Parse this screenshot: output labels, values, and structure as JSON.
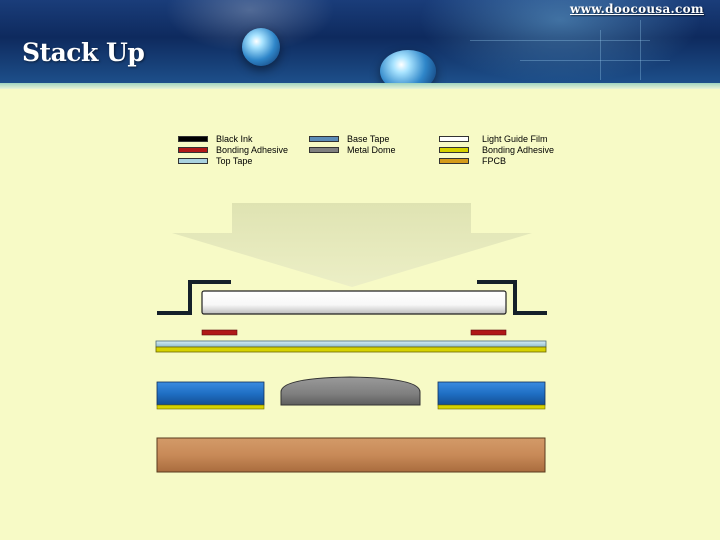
{
  "header": {
    "title": "Stack Up",
    "url": "www.doocousa.com"
  },
  "legend": [
    {
      "label": "Black Ink",
      "color": "#000000"
    },
    {
      "label": "Bonding Adhesive",
      "color": "#b01818"
    },
    {
      "label": "Top Tape",
      "color": "#a9d2e0"
    },
    {
      "label": "Base Tape",
      "color": "#5b8bb8"
    },
    {
      "label": "Metal Dome",
      "color": "#808080"
    },
    {
      "label": "Light Guide Film",
      "color": "#ffffff"
    },
    {
      "label": "Bonding Adhesive",
      "color": "#d6d200"
    },
    {
      "label": "FPCB",
      "color": "#d49a1a"
    }
  ],
  "layer_colors": {
    "black_ink": "#15202a",
    "light_guide_film": "#ffffff",
    "red_adhesive": "#b01818",
    "top_tape": "#a9d2e0",
    "yellow_adhesive": "#d6d200",
    "base_tape": "#1f6fc4",
    "metal_dome": "#7f7f7f",
    "fpcb": "#c88a58",
    "arrow": "#dfe3b2"
  }
}
